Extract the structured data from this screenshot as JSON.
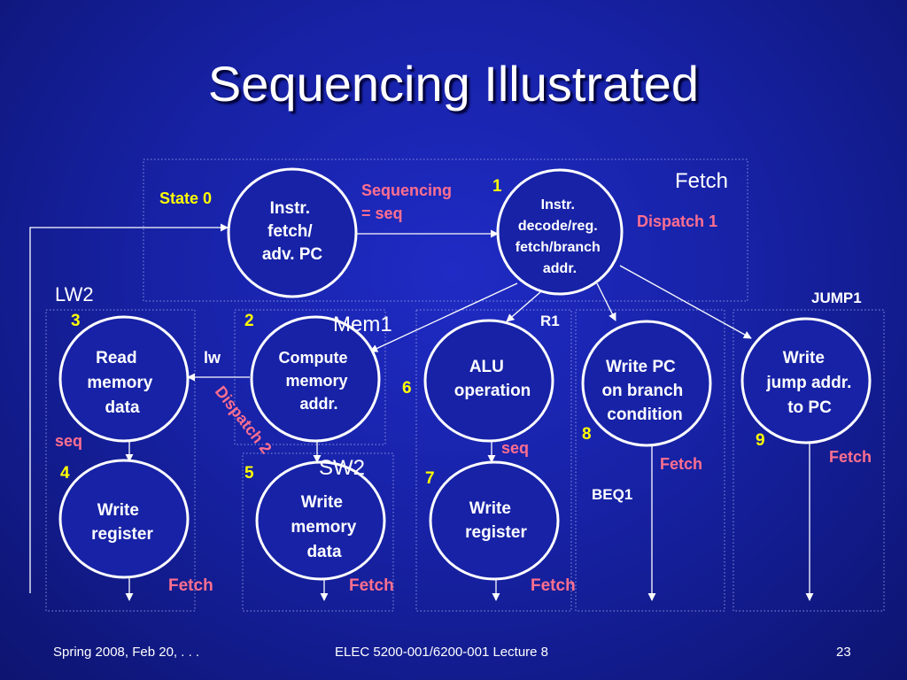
{
  "slide": {
    "title": "Sequencing Illustrated",
    "footer_left": "Spring 2008, Feb 20, . . .",
    "footer_center": "ELEC 5200-001/6200-001 Lecture 8",
    "footer_right": "23"
  },
  "diagram": {
    "region_labels": {
      "fetch": "Fetch",
      "lw2": "LW2",
      "mem1": "Mem1",
      "sw2": "SW2",
      "r1": "R1",
      "beq1": "BEQ1",
      "jump1": "JUMP1"
    },
    "nodes": {
      "s0": {
        "lines": [
          "Instr.",
          "fetch/",
          "adv. PC"
        ]
      },
      "s1": {
        "lines": [
          "Instr.",
          "decode/reg.",
          "fetch/branch",
          "addr."
        ]
      },
      "s2": {
        "lines": [
          "Compute",
          "memory",
          "addr."
        ]
      },
      "s3": {
        "lines": [
          "Read",
          "memory",
          "data"
        ]
      },
      "s4": {
        "lines": [
          "Write",
          "register"
        ]
      },
      "s5": {
        "lines": [
          "Write",
          "memory",
          "data"
        ]
      },
      "s6": {
        "lines": [
          "ALU",
          "operation"
        ]
      },
      "s7": {
        "lines": [
          "Write",
          "register"
        ]
      },
      "s8": {
        "lines": [
          "Write PC",
          "on branch",
          "condition"
        ]
      },
      "s9": {
        "lines": [
          "Write",
          "jump addr.",
          "to PC"
        ]
      }
    },
    "state_numbers": {
      "n1": "1",
      "n2": "2",
      "n3": "3",
      "n4": "4",
      "n5": "5",
      "n6": "6",
      "n7": "7",
      "n8": "8",
      "n9": "9"
    },
    "labels": {
      "state0": "State 0",
      "sequencing_l1": "Sequencing",
      "sequencing_l2": "= seq",
      "dispatch1": "Dispatch 1",
      "dispatch2": "Dispatch 2",
      "lw": "lw",
      "seq_a": "seq",
      "seq_b": "seq",
      "fetch_a": "Fetch",
      "fetch_b": "Fetch",
      "fetch_c": "Fetch",
      "fetch_d": "Fetch",
      "fetch_e": "Fetch"
    }
  }
}
